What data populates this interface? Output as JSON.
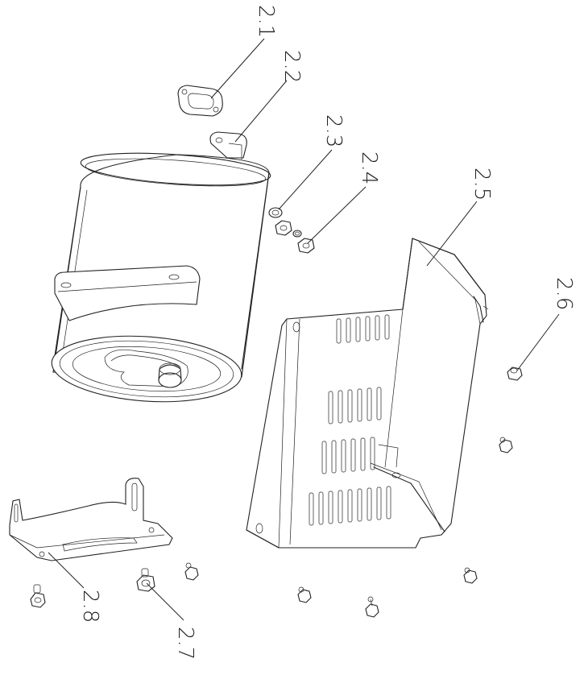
{
  "callouts": {
    "c2_1": "2.1",
    "c2_2": "2.2",
    "c2_3": "2.3",
    "c2_4": "2.4",
    "c2_5": "2.5",
    "c2_6": "2.6",
    "c2_7": "2.7",
    "c2_8": "2.8"
  },
  "colors": {
    "line": "#222222",
    "background": "#ffffff"
  }
}
